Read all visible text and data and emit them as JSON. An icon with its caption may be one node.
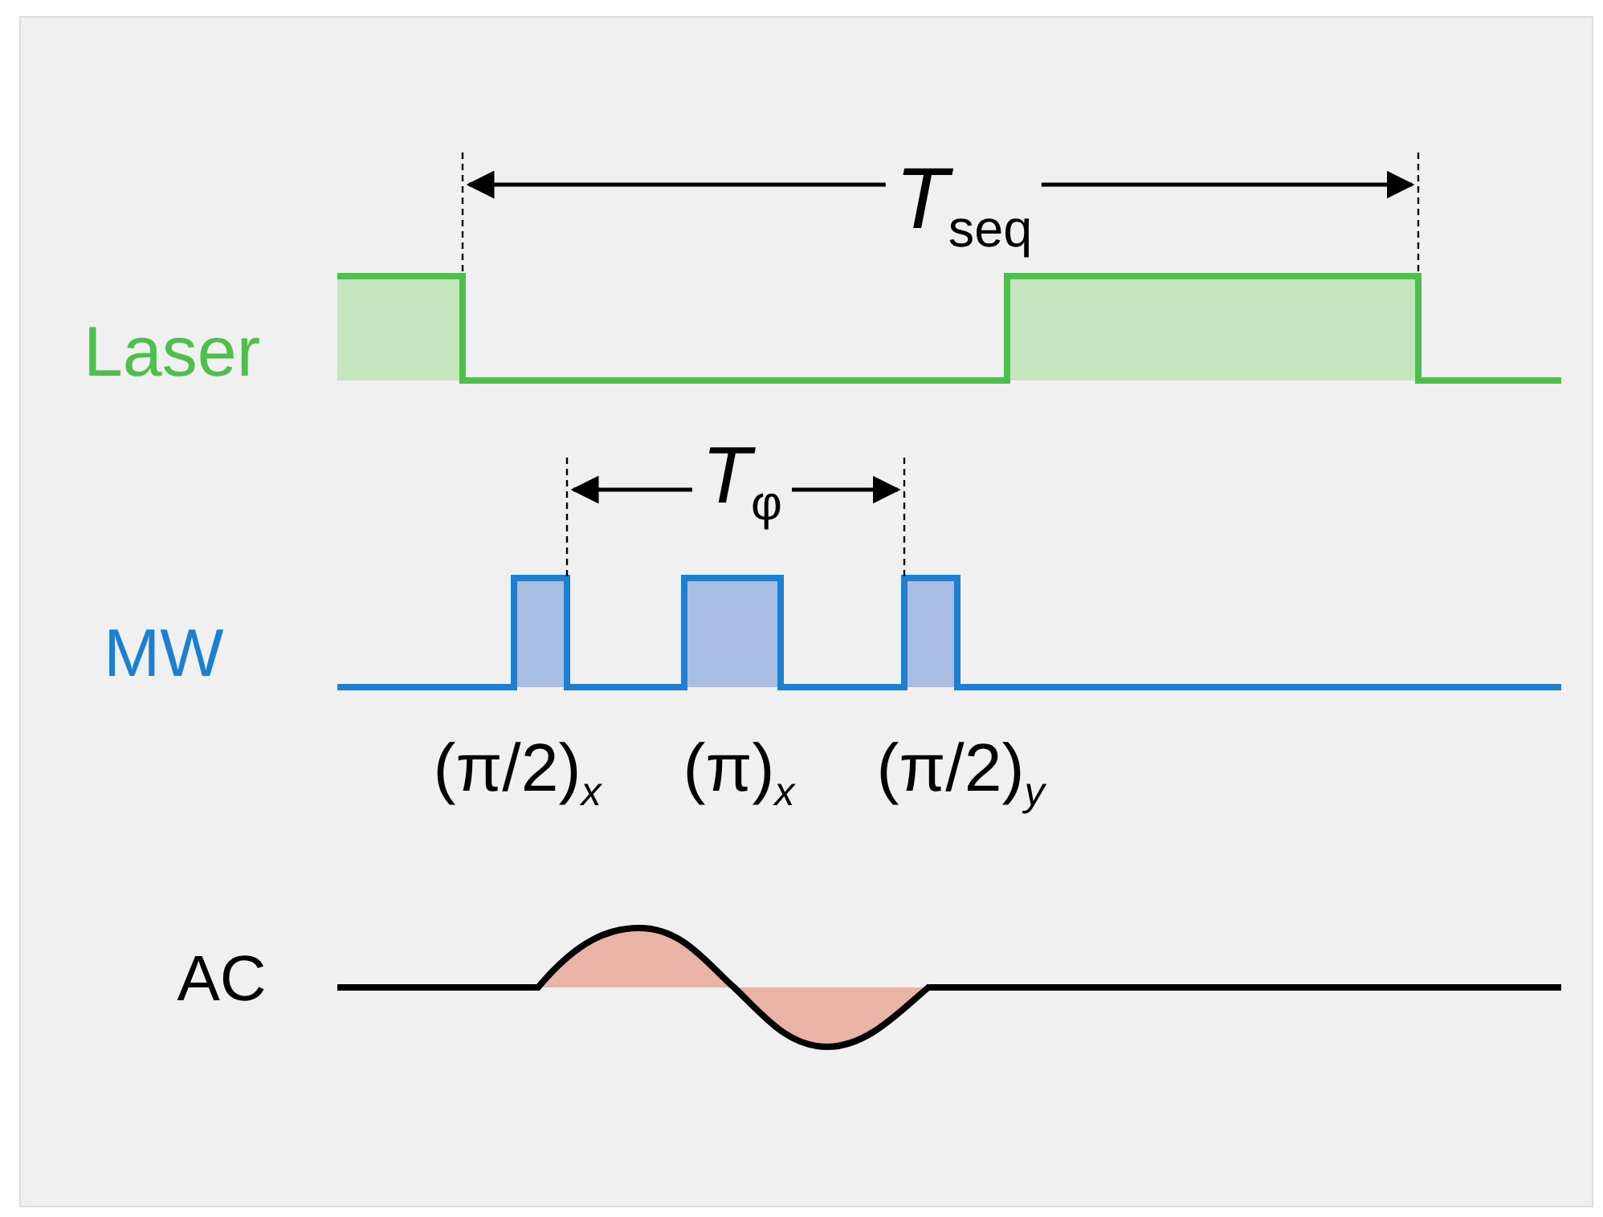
{
  "diagram": {
    "labels": [
      "*T*$_{seq}$",
      "Laser",
      "*T*$_{φ}$",
      "MW",
      "(π)$_{x}$",
      "(π/2)$_{x}$",
      "(π/2)$_{y}$",
      "AC"
    ]
  }
}
